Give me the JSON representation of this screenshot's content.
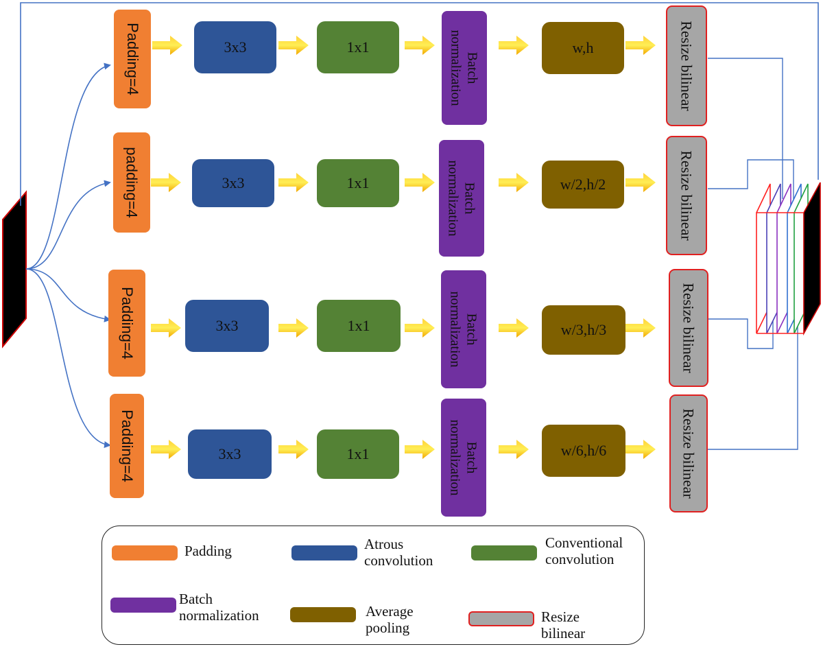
{
  "rows": [
    {
      "padding": "Padding=4",
      "atrous": "3x3",
      "conv": "1x1",
      "batch_norm": "Batch\nnormalization",
      "pool": "w,h",
      "resize": "Resize bilinear"
    },
    {
      "padding": "padding=4",
      "atrous": "3x3",
      "conv": "1x1",
      "batch_norm": "Batch\nnormalization",
      "pool": "w/2,h/2",
      "resize": "Resize bilinear"
    },
    {
      "padding": "Padding=4",
      "atrous": "3x3",
      "conv": "1x1",
      "batch_norm": "Batch\nnormalization",
      "pool": "w/3,h/3",
      "resize": "Resize bilinear"
    },
    {
      "padding": "Padding=4",
      "atrous": "3x3",
      "conv": "1x1",
      "batch_norm": "Batch\nnormalization",
      "pool": "w/6,h/6",
      "resize": "Resize bilinear"
    }
  ],
  "legend": {
    "padding": "Padding",
    "atrous": "Atrous\nconvolution",
    "conventional": "Conventional\nconvolution",
    "batch_norm": "Batch\nnormalization",
    "average_pooling": "Average\npooling",
    "resize": "Resize\nbilinear"
  },
  "colors": {
    "padding": "#f07f32",
    "atrous": "#2e5597",
    "conventional": "#548235",
    "batch_norm": "#7030a0",
    "average_pooling": "#7f6000",
    "resize_fill": "#a6a6a6",
    "resize_border": "#e02020",
    "wire": "#4472c4",
    "arrow": "#f6c800"
  }
}
